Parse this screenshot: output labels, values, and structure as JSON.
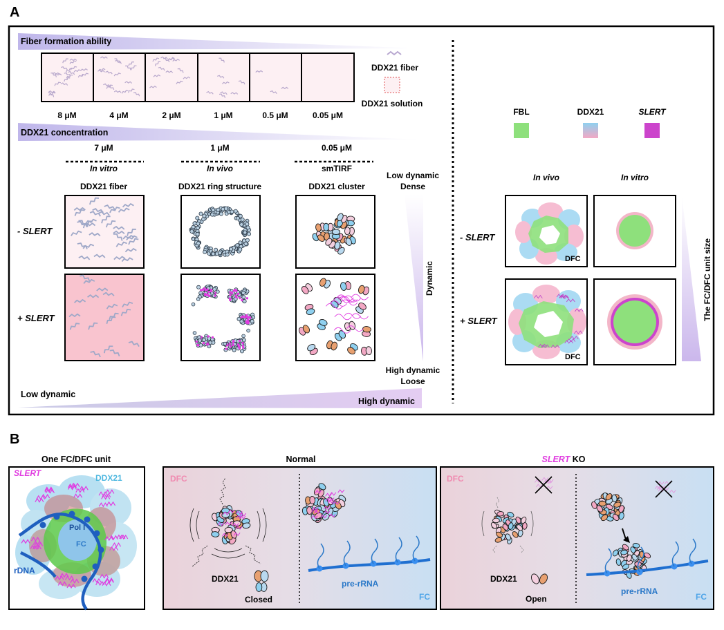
{
  "panelA": {
    "label": "A",
    "fiber_ability_label": "Fiber formation ability",
    "concentrations": [
      "8 μM",
      "4 μM",
      "2 μM",
      "1 μM",
      "0.5 μM",
      "0.05 μM"
    ],
    "legend_fiber": "DDX21 fiber",
    "legend_solution": "DDX21 solution",
    "ddx21_conc_label": "DDX21 concentration",
    "columns": [
      {
        "conc": "7 μM",
        "method": "In vitro",
        "title": "DDX21 fiber"
      },
      {
        "conc": "1 μM",
        "method": "In vivo",
        "title": "DDX21 ring structure"
      },
      {
        "conc": "0.05 μM",
        "method": "smTIRF",
        "title": "DDX21 cluster"
      }
    ],
    "row_minus": "- SLERT",
    "row_plus": "+ SLERT",
    "low_dynamic_top": "Low dynamic",
    "dense": "Dense",
    "dynamic_axis": "Dynamic",
    "high_dynamic_bottom": "High dynamic",
    "loose": "Loose",
    "low_dynamic_bottom": "Low dynamic",
    "high_dynamic_right": "High dynamic",
    "right_legend": {
      "fbl": "FBL",
      "ddx21": "DDX21",
      "slert": "SLERT"
    },
    "right_methods": [
      "In vivo",
      "In vitro"
    ],
    "right_row_minus": "- SLERT",
    "right_row_plus": "+ SLERT",
    "dfc_label": "DFC",
    "unit_size_label": "The FC/DFC unit size",
    "colors": {
      "fbl": "#8ee07c",
      "slert": "#cc44cc",
      "ddx21_blue": "#8fd0ef",
      "ddx21_pink": "#f3a8c4",
      "fiber_pink": "#fdf0f3",
      "fiber_pink_dark": "#f9c4cf"
    }
  },
  "panelB": {
    "label": "B",
    "unit_title": "One FC/DFC unit",
    "slert_label": "SLERT",
    "ddx21_label": "DDX21",
    "pol_label": "Pol I",
    "fc_label": "FC",
    "rdna_label": "rDNA",
    "normal_title": "Normal",
    "ko_title_italic": "SLERT",
    "ko_title_rest": " KO",
    "dfc_label": "DFC",
    "fc_label_corner": "FC",
    "ddx21_state_label": "DDX21",
    "closed_label": "Closed",
    "open_label": "Open",
    "pre_rrna_label": "pre-rRNA"
  }
}
